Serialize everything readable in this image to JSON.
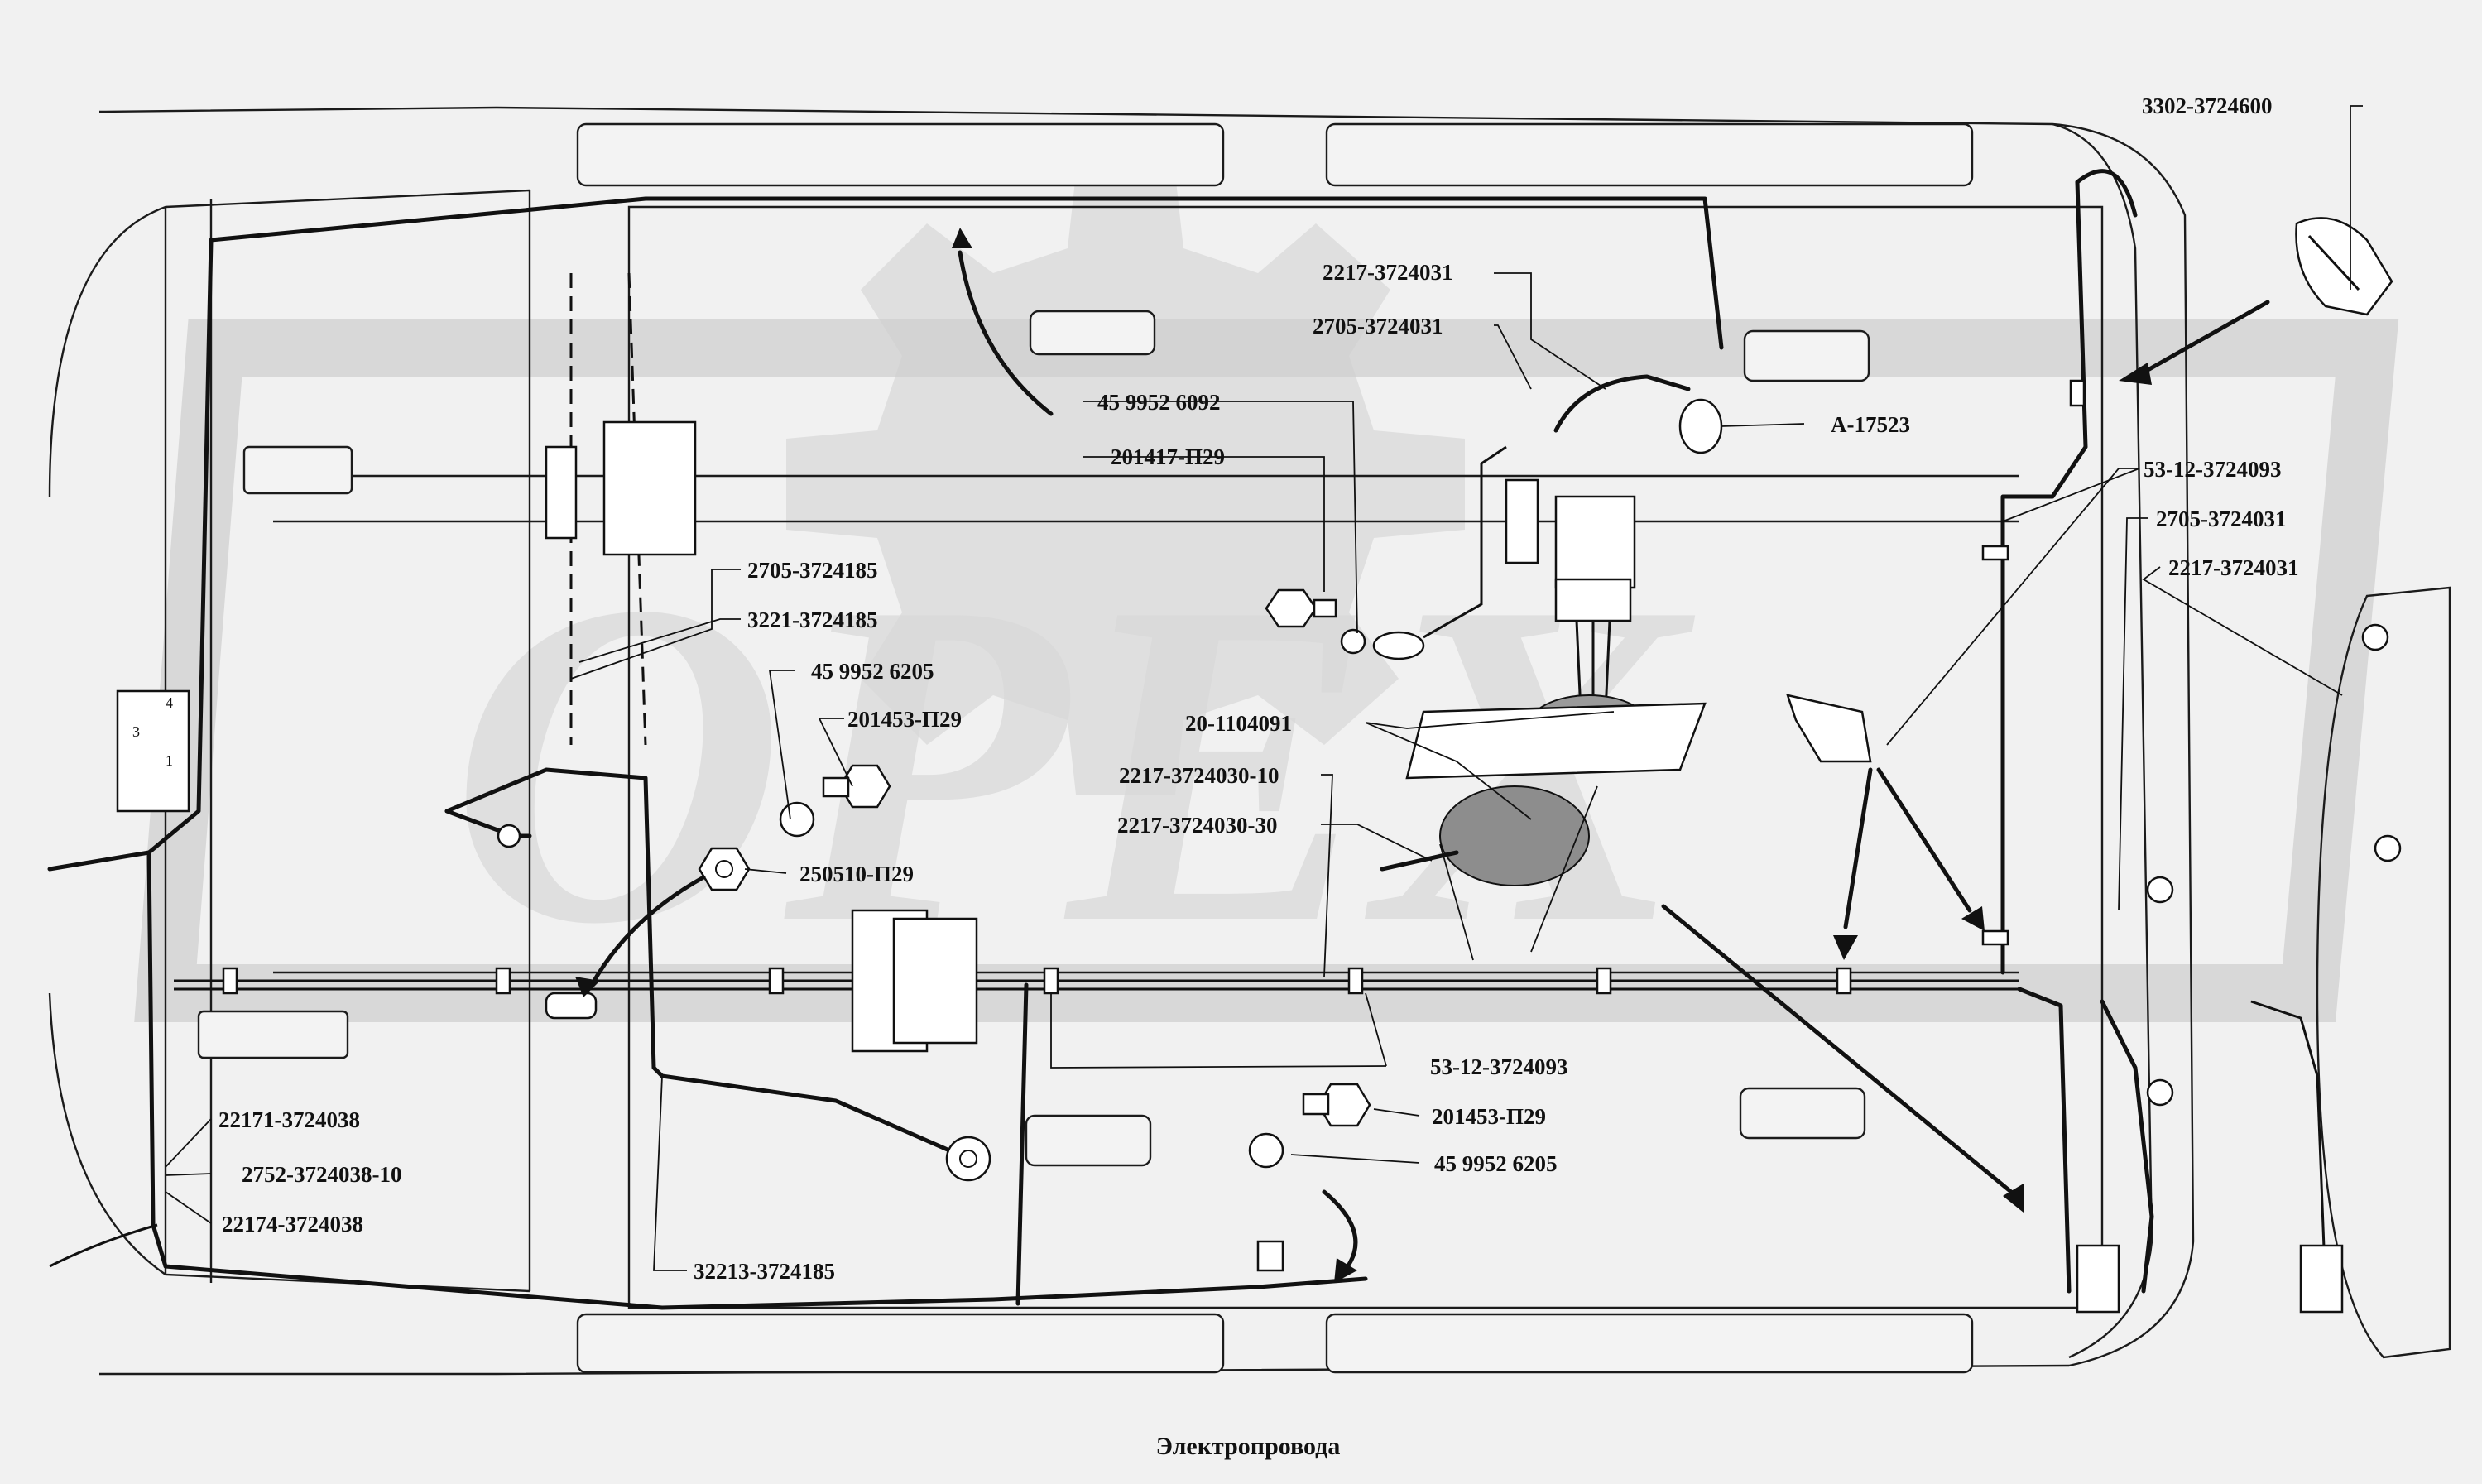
{
  "caption": "Электропровода",
  "watermark": {
    "text": "ОРЕХ"
  },
  "colors": {
    "background": "#f1f1f1",
    "line": "#111111",
    "watermark": "#cfcfcf"
  },
  "labels": {
    "p3302_3724600": "3302-3724600",
    "p2217_3724031_top": "2217-3724031",
    "p2705_3724031_top": "2705-3724031",
    "pA17523": "А-17523",
    "p45_9952_6092": "45  9952  6092",
    "p201417_P29": "201417-П29",
    "p53_12_3724093_r": "53-12-3724093",
    "p2705_3724031_r": "2705-3724031",
    "p2217_3724031_r": "2217-3724031",
    "p2705_3724185": "2705-3724185",
    "p3221_3724185": "3221-3724185",
    "p45_9952_6205_top": "45  9952  6205",
    "p201453_P29_top": "201453-П29",
    "p20_1104091": "20-1104091",
    "p2217_3724030_10": "2217-3724030-10",
    "p2217_3724030_30": "2217-3724030-30",
    "p250510_P29": "250510-П29",
    "p53_12_3724093_b": "53-12-3724093",
    "p201453_P29_bot": "201453-П29",
    "p45_9952_6205_bot": "45  9952  6205",
    "p22171_3724038": "22171-3724038",
    "p2752_3724038_10": "2752-3724038-10",
    "p22174_3724038": "22174-3724038",
    "p32213_3724185": "32213-3724185"
  }
}
